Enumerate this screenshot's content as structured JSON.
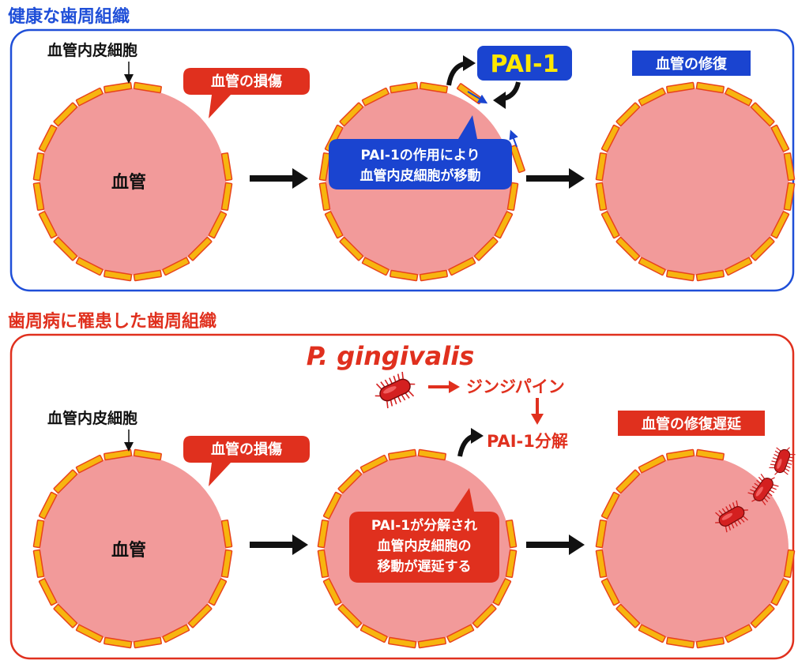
{
  "healthy": {
    "title": "健康な歯周組織",
    "endothelial_label": "血管内皮細胞",
    "damage_label": "血管の損傷",
    "vessel_label": "血管",
    "pai_label": "PAI-1",
    "migration_line1": "PAI-1の作用により",
    "migration_line2": "血管内皮細胞が移動",
    "repair_label": "血管の修復"
  },
  "diseased": {
    "title": "歯周病に罹患した歯周組織",
    "bacterium_name": "P. gingivalis",
    "endothelial_label": "血管内皮細胞",
    "damage_label": "血管の損傷",
    "vessel_label": "血管",
    "gingipain_label": "ジンジパイン",
    "pai_degradation_label": "PAI-1分解",
    "delay_line1": "PAI-1が分解され",
    "delay_line2": "血管内皮細胞の",
    "delay_line3": "移動が遅延する",
    "repair_delay_label": "血管の修復遅延"
  },
  "colors": {
    "healthy_frame": "#1f4fd8",
    "diseased_frame": "#e0301e",
    "vessel_fill": "#f29a9a",
    "cell_fill": "#f7b50f",
    "cell_stroke": "#e8431c",
    "callout_blue": "#1a44d0",
    "callout_red": "#e0301e",
    "bacterium": "#d42020"
  }
}
